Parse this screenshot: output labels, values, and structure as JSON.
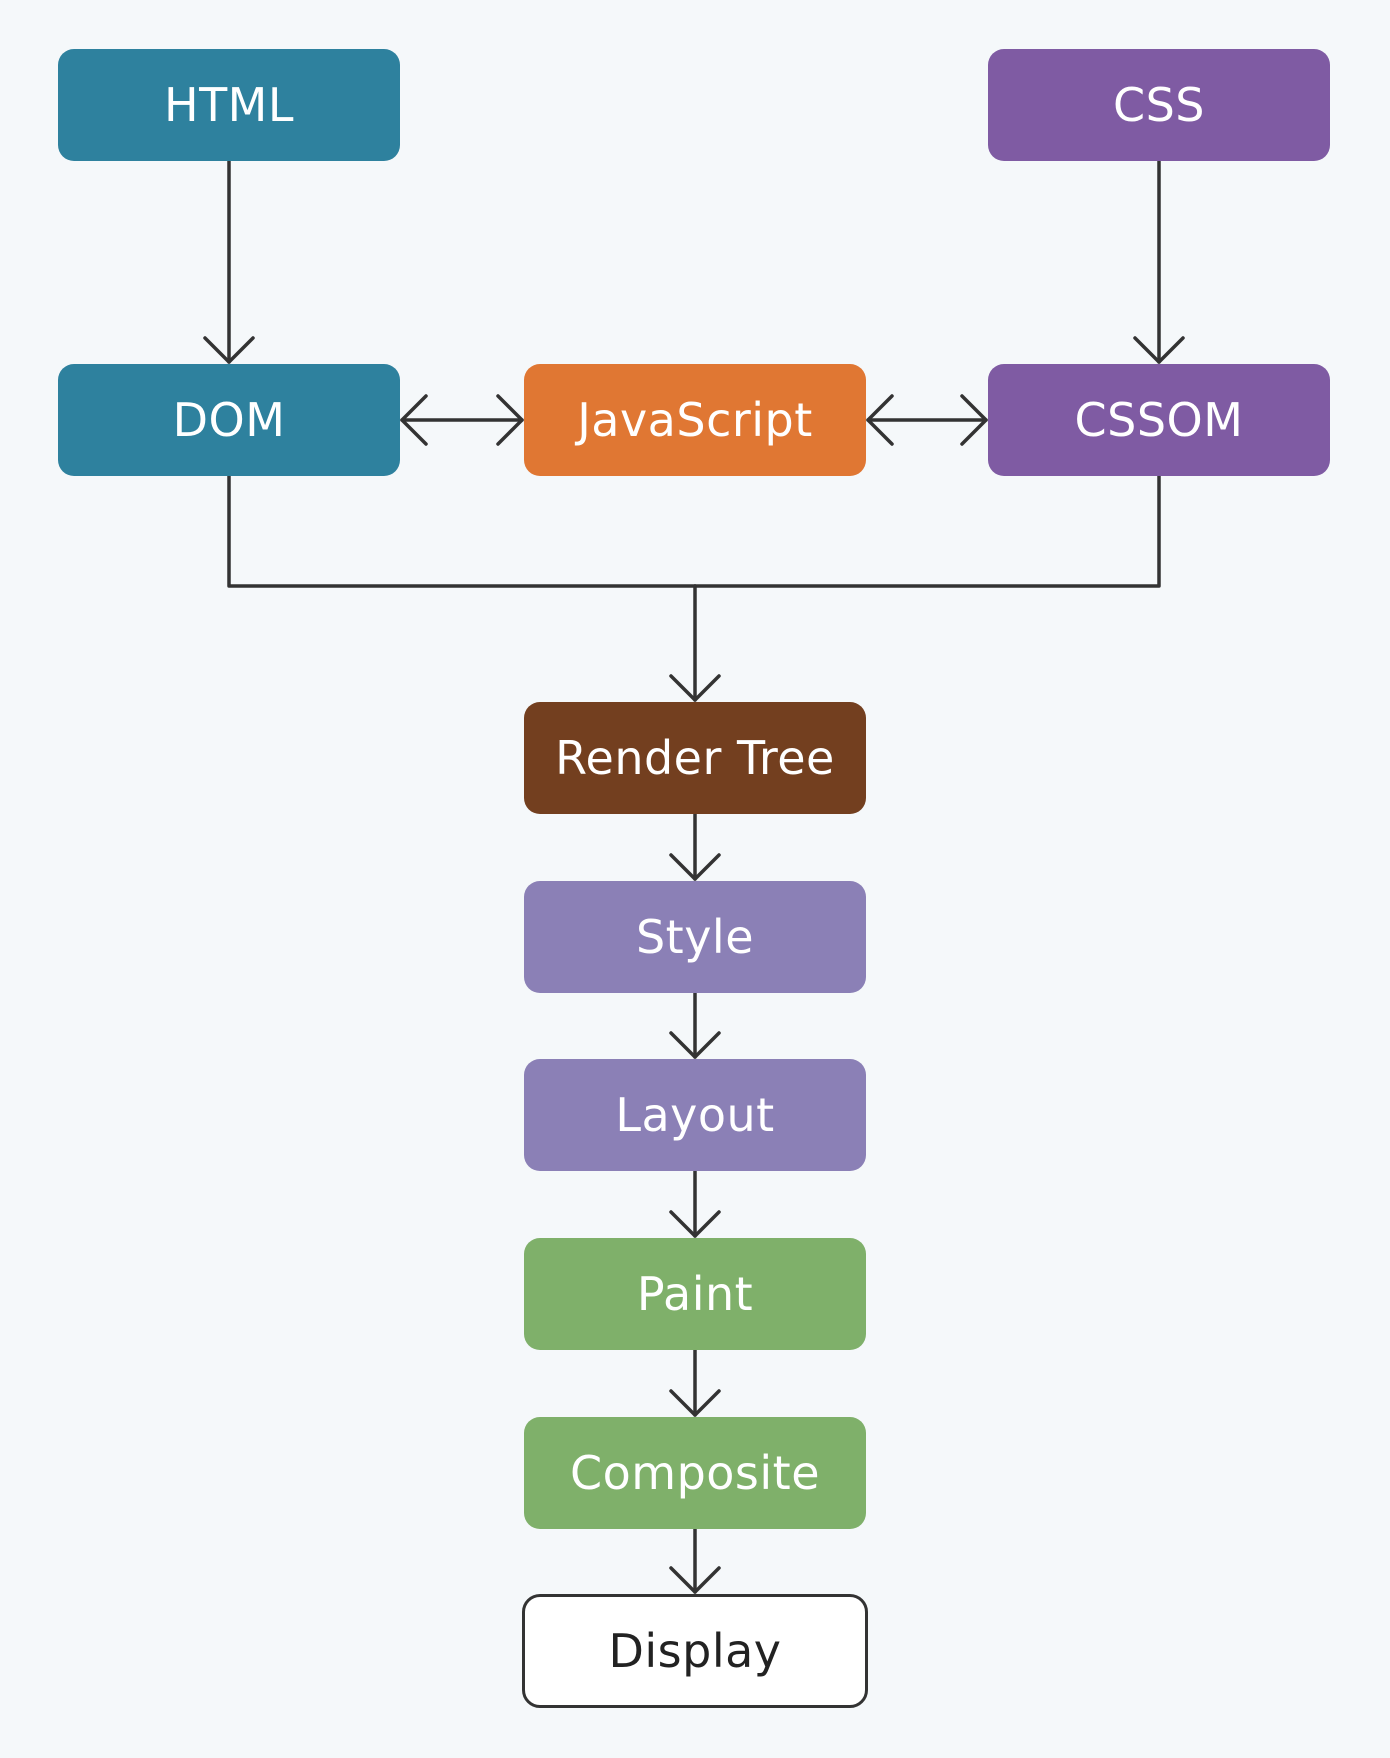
{
  "colors": {
    "background": "#f5f8fa",
    "html": "#2e819e",
    "dom": "#2e819e",
    "css": "#7f5ba3",
    "cssom": "#7f5ba3",
    "javascript": "#e07733",
    "render_tree": "#733f1f",
    "style": "#8b80b6",
    "layout": "#8b80b6",
    "paint": "#7fb06a",
    "composite": "#7fb06a",
    "display": "#ffffff",
    "connector": "#333333"
  },
  "nodes": {
    "html": "HTML",
    "css": "CSS",
    "dom": "DOM",
    "javascript": "JavaScript",
    "cssom": "CSSOM",
    "render_tree": "Render Tree",
    "style": "Style",
    "layout": "Layout",
    "paint": "Paint",
    "composite": "Composite",
    "display": "Display"
  },
  "edges": [
    {
      "from": "HTML",
      "to": "DOM",
      "type": "arrow"
    },
    {
      "from": "CSS",
      "to": "CSSOM",
      "type": "arrow"
    },
    {
      "from": "DOM",
      "to": "JavaScript",
      "type": "bidirectional"
    },
    {
      "from": "JavaScript",
      "to": "CSSOM",
      "type": "bidirectional"
    },
    {
      "from": "DOM",
      "to": "Render Tree",
      "type": "merge"
    },
    {
      "from": "CSSOM",
      "to": "Render Tree",
      "type": "merge"
    },
    {
      "from": "Render Tree",
      "to": "Style",
      "type": "arrow"
    },
    {
      "from": "Style",
      "to": "Layout",
      "type": "arrow"
    },
    {
      "from": "Layout",
      "to": "Paint",
      "type": "arrow"
    },
    {
      "from": "Paint",
      "to": "Composite",
      "type": "arrow"
    },
    {
      "from": "Composite",
      "to": "Display",
      "type": "arrow"
    }
  ]
}
